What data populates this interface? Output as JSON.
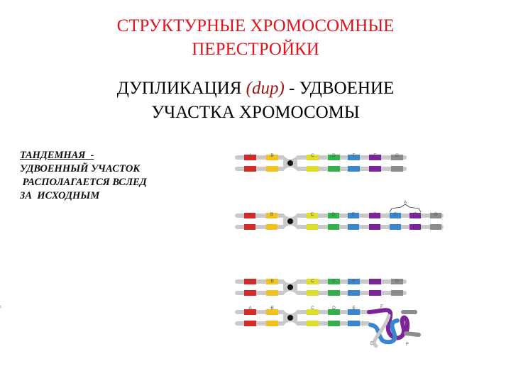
{
  "title": {
    "line1": "СТРУКТУРНЫЕ ХРОМОСОМНЫЕ",
    "line2": "ПЕРЕСТРОЙКИ"
  },
  "subtitle": {
    "part1": "ДУПЛИКАЦИЯ ",
    "abbr": "(dup)",
    "part2": "  -  УДВОЕНИЕ",
    "line2": "УЧАСТКА  ХРОМОСОМЫ"
  },
  "note": {
    "line1": "ТАНДЕМНАЯ  -",
    "line2": "УДВОЕННЫЙ УЧАСТОК",
    "line3": " РАСПОЛАГАЕТСЯ ВСЛЕД",
    "line4": "ЗА  ИСХОДНЫМ"
  },
  "colors": {
    "A": "#d42a2a",
    "B": "#f2c21e",
    "C": "#dede2a",
    "D": "#33b04a",
    "E": "#3a86cc",
    "F": "#7b2398",
    "G": "#8c8c8c",
    "arm": "#c9c9c9",
    "centromere": "#111111"
  },
  "chromosomes": [
    {
      "id": "normal-top",
      "labels": [
        "A",
        "B",
        "C",
        "D",
        "E",
        "F",
        "G"
      ],
      "segments": [
        "A",
        "B",
        "C",
        "D",
        "E",
        "F",
        "G"
      ]
    },
    {
      "id": "tandem-dup",
      "labels": [
        "A",
        "B",
        "C",
        "D",
        "E",
        "F",
        "E",
        "F",
        "G"
      ],
      "segments": [
        "A",
        "B",
        "C",
        "D",
        "E",
        "F",
        "E",
        "F",
        "G"
      ],
      "bracket_label": "A"
    },
    {
      "id": "normal-pair",
      "labels": [
        "A",
        "B",
        "C",
        "D",
        "E",
        "F",
        "G"
      ],
      "segments": [
        "A",
        "B",
        "C",
        "D",
        "E",
        "F",
        "G"
      ]
    },
    {
      "id": "loop-pair",
      "labels": [
        "A",
        "B",
        "C",
        "D",
        "E",
        "F"
      ],
      "segments": [
        "A",
        "B",
        "C",
        "D",
        "E",
        "F",
        "G"
      ],
      "loop_labels": [
        "E",
        "F"
      ]
    }
  ]
}
